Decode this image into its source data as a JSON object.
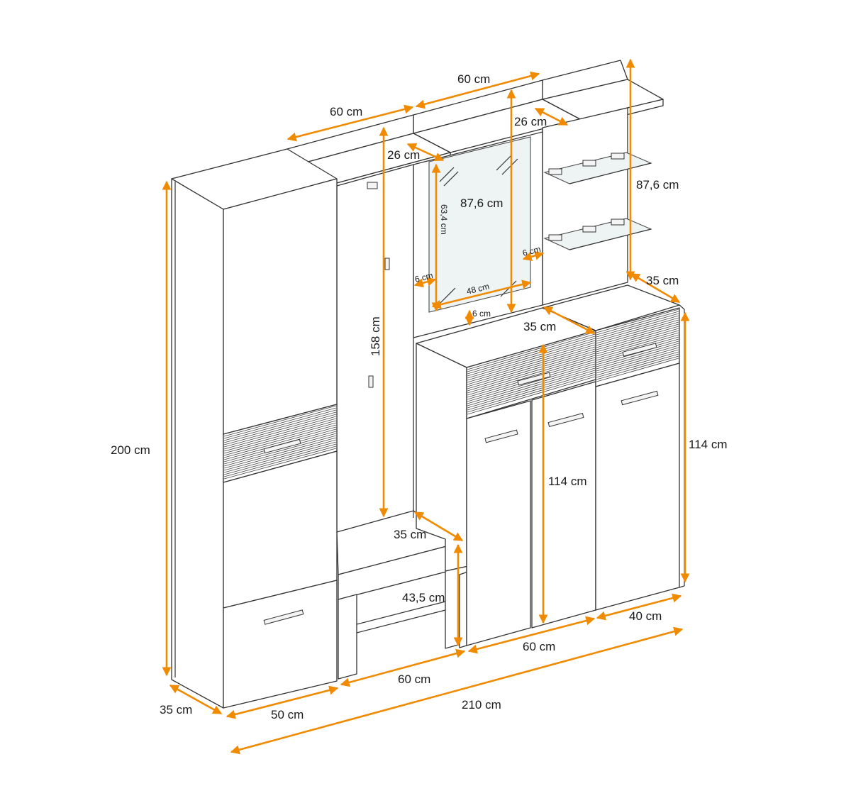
{
  "colors": {
    "dimension_line": "#f08a00",
    "outline": "#333333",
    "background": "#ffffff"
  },
  "dimensions": {
    "wardrobe_height": "200 cm",
    "wardrobe_depth": "35 cm",
    "wardrobe_width": "50 cm",
    "coat_panel_height": "158 cm",
    "coat_panel_width": "60 cm",
    "top_shelf_left_width": "60 cm",
    "top_shelf_left_depth": "26 cm",
    "top_shelf_right_width": "60 cm",
    "top_shelf_right_depth": "26 cm",
    "mirror_panel_height": "87,6 cm",
    "mirror_glass_height": "63,4 cm",
    "mirror_glass_width": "48 cm",
    "mirror_border_left": "6 cm",
    "mirror_border_right": "6 cm",
    "mirror_border_bottom": "6 cm",
    "shelf_panel_height": "87,6 cm",
    "shelf_panel_depth": "35 cm",
    "bench_depth": "35 cm",
    "bench_height": "43,5 cm",
    "bench_width": "60 cm",
    "cabinet_center_depth": "35 cm",
    "cabinet_center_height": "114 cm",
    "cabinet_center_width": "60 cm",
    "cabinet_right_height": "114 cm",
    "cabinet_right_width": "40 cm",
    "total_width": "210 cm"
  }
}
